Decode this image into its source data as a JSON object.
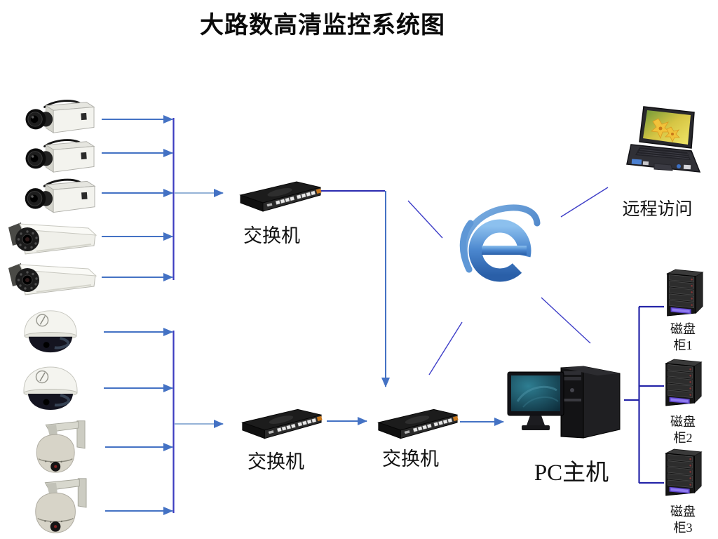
{
  "title": "大路数高清监控系统图",
  "cameras": [
    {
      "type": "box-camera"
    },
    {
      "type": "box-camera"
    },
    {
      "type": "box-camera"
    },
    {
      "type": "ir-bullet-camera"
    },
    {
      "type": "ir-bullet-camera"
    },
    {
      "type": "dome-camera"
    },
    {
      "type": "dome-camera"
    },
    {
      "type": "ptz-speed-dome-camera"
    },
    {
      "type": "ptz-speed-dome-camera"
    }
  ],
  "switches": [
    {
      "label": "交换机"
    },
    {
      "label": "交换机"
    },
    {
      "label": "交换机"
    }
  ],
  "internet": {
    "icon": "internet-explorer-logo"
  },
  "remote": {
    "caption": "远程访问",
    "icon": "laptop"
  },
  "pc": {
    "caption": "PC主机",
    "icon": "desktop-pc"
  },
  "disk_cabinets": [
    {
      "line1": "磁盘",
      "line2": "柜1"
    },
    {
      "line1": "磁盘",
      "line2": "柜2"
    },
    {
      "line1": "磁盘",
      "line2": "柜3"
    }
  ],
  "colors": {
    "arrow_blue": "#4472C4",
    "collector_indigo": "#3C3CC0",
    "bracket_navy": "#2525A8",
    "light_blue": "#95B3D7"
  }
}
